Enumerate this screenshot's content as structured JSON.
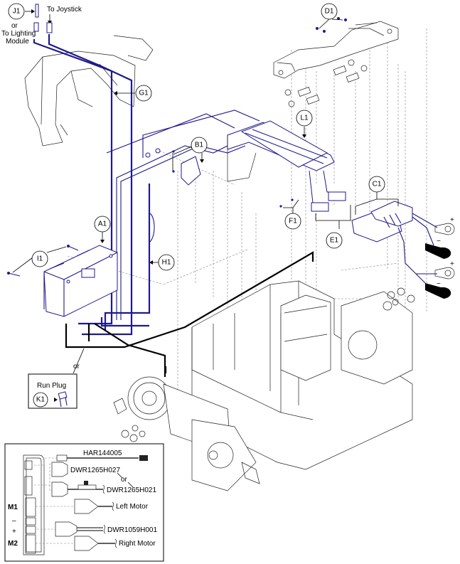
{
  "diagram": {
    "title": "Power wheelchair electronics exploded view",
    "colors": {
      "harness": "#1f1a8c",
      "cable": "#000000",
      "line": "#222222",
      "dashed": "#888888"
    },
    "top_labels": {
      "j1_or": "or",
      "to_lighting_line1": "To Lighting",
      "to_lighting_line2": "Module",
      "to_joystick": "To Joystick"
    },
    "callouts": {
      "J1": "J1",
      "G1": "G1",
      "D1": "D1",
      "L1": "L1",
      "B1": "B1",
      "C1": "C1",
      "F1": "F1",
      "E1": "E1",
      "A1": "A1",
      "I1": "I1",
      "H1": "H1",
      "K1": "K1"
    },
    "run_plug": {
      "title": "Run Plug",
      "or": "or"
    },
    "battery_terminals": [
      {
        "sign": "+"
      },
      {
        "sign": "−"
      },
      {
        "sign": "+"
      },
      {
        "sign": "−"
      }
    ],
    "inset": {
      "ports": {
        "m1": "M1",
        "minus": "–",
        "plus": "+",
        "m2": "M2"
      },
      "cables": [
        {
          "part": "HAR144005"
        },
        {
          "part": "DWR1265H027"
        },
        {
          "part": "or"
        },
        {
          "part": "DWR1265H021"
        },
        {
          "part": "Left Motor"
        },
        {
          "part": "DWR1059H001"
        },
        {
          "part": "Right Motor"
        }
      ]
    }
  }
}
